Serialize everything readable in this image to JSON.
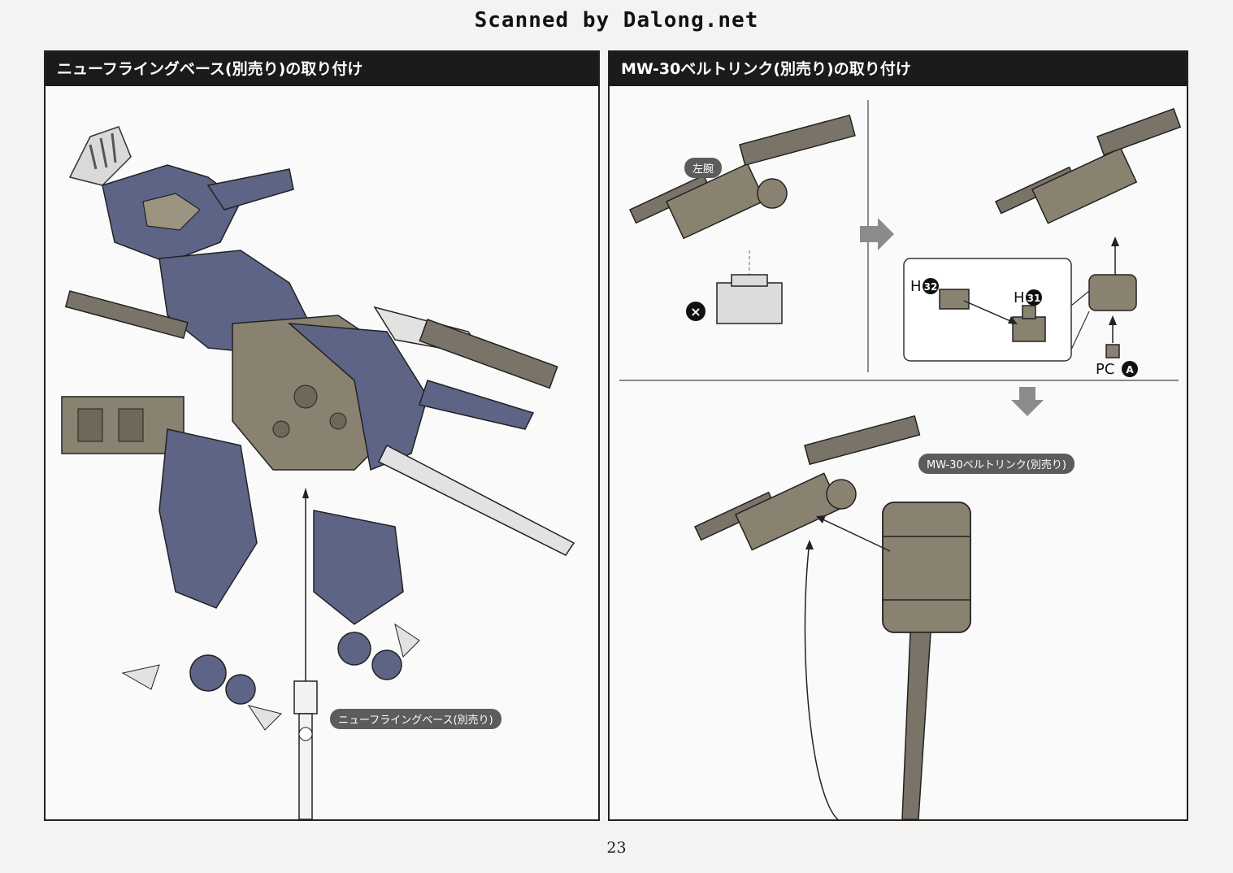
{
  "watermark": "Scanned by Dalong.net",
  "left_panel": {
    "title": "ニューフライングベース(別売り)の取り付け",
    "callout_base": "ニューフライングベース(別売り)"
  },
  "right_panel": {
    "title": "MW-30ベルトリンク(別売り)の取り付け",
    "callout_left_arm": "左腕",
    "callout_belt_link": "MW-30ベルトリンク(別売り)",
    "part_h32_letter": "H",
    "part_h32_number": "32",
    "part_h31_letter": "H",
    "part_h31_number": "31",
    "part_pc_letter": "PC",
    "part_pc_id": "A",
    "no_mark": "×"
  },
  "page_number": "23",
  "colors": {
    "armor_blue": "#5d6485",
    "frame_khaki": "#8a8270",
    "weapon_gray": "#7a7468",
    "header_black": "#1b1b1b"
  }
}
